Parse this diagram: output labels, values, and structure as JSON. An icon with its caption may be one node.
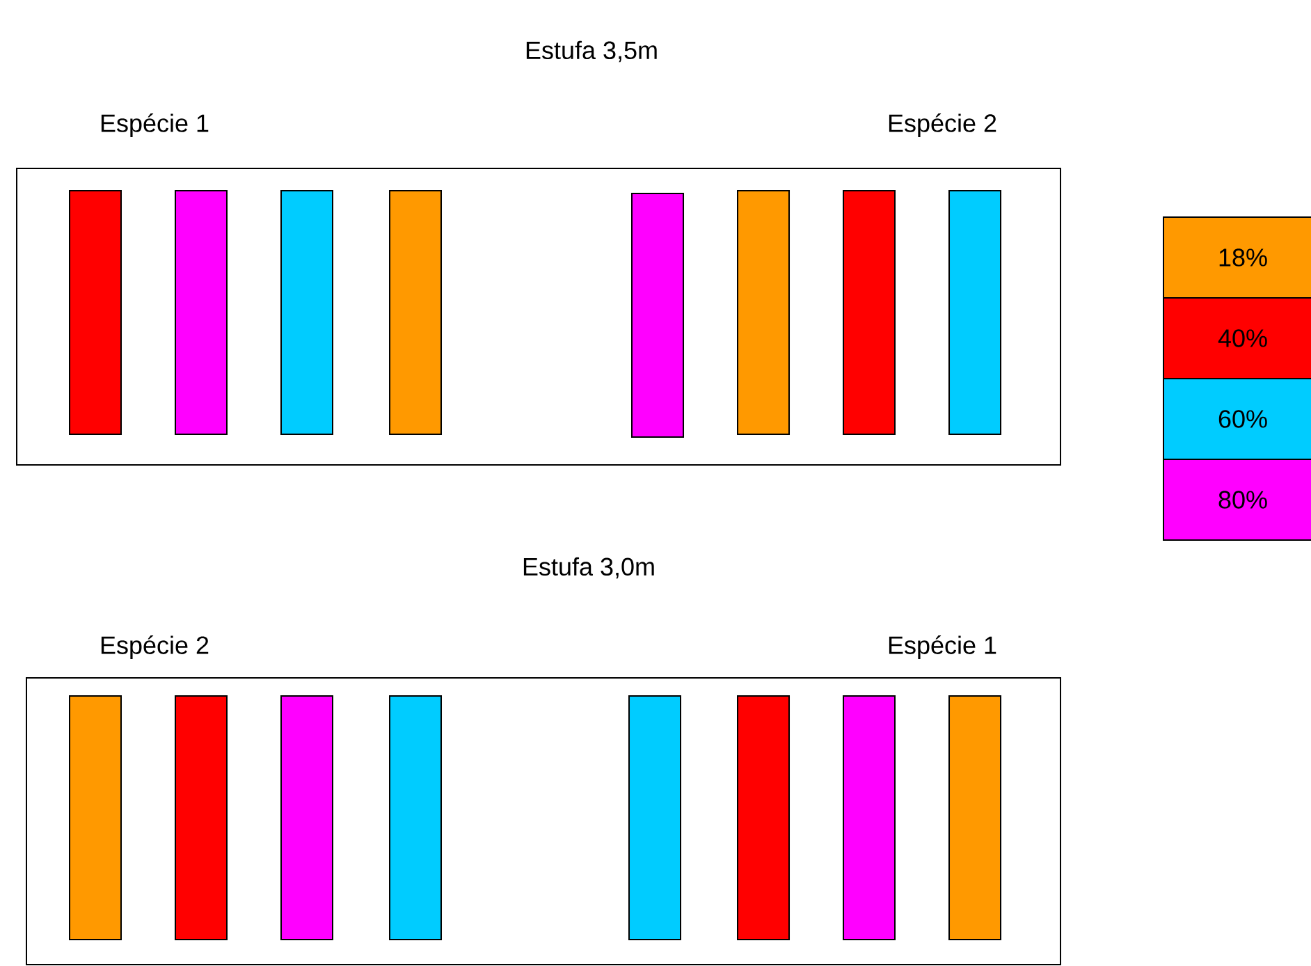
{
  "diagram": {
    "nodes": [
      {
        "text": [
          "Estufa 3,5m"
        ]
      },
      {
        "text": [],
        "shape": "bar",
        "in": 0
      },
      {
        "text": [],
        "shape": "bar",
        "in": 0
      },
      {
        "text": [],
        "shape": "bar",
        "in": 0
      },
      {
        "text": [],
        "shape": "bar",
        "in": 0
      },
      {
        "text": [],
        "shape": "bar",
        "in": 0
      },
      {
        "text": [],
        "shape": "bar",
        "in": 0
      },
      {
        "text": [],
        "shape": "bar",
        "in": 0
      },
      {
        "text": [],
        "shape": "bar",
        "in": 0
      },
      {
        "text": [
          "Estufa 3,0m"
        ]
      },
      {
        "text": [],
        "shape": "bar",
        "in": 9
      },
      {
        "text": [],
        "shape": "bar",
        "in": 9
      },
      {
        "text": [],
        "shape": "bar",
        "in": 9
      },
      {
        "text": [],
        "shape": "bar",
        "in": 9
      },
      {
        "text": [],
        "shape": "bar",
        "in": 9
      },
      {
        "text": [],
        "shape": "bar",
        "in": 9
      },
      {
        "text": [],
        "shape": "bar",
        "in": 9
      },
      {
        "text": [],
        "shape": "bar",
        "in": 9
      }
    ],
    "labels": [
      "Espécie 1",
      "Espécie 2",
      "Espécie 2",
      "Espécie 1"
    ],
    "legend": [
      {
        "text": "18%",
        "color": "#ff9900"
      },
      {
        "text": "40%",
        "color": "#ff0000"
      },
      {
        "text": "60%",
        "color": "#00ccff"
      },
      {
        "text": "80%",
        "color": "#ff00ff"
      }
    ]
  }
}
